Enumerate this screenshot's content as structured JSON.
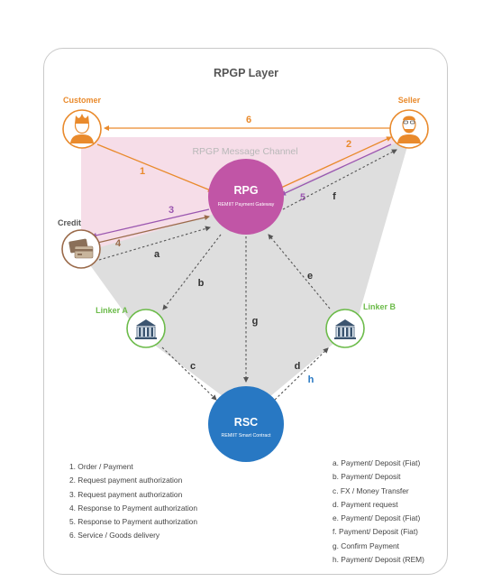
{
  "title": "RPGP Layer",
  "channel_label": "RPGP Message Channel",
  "nodes": {
    "customer": "Customer",
    "seller": "Seller",
    "credit": "Credit",
    "linker_a": "Linker A",
    "linker_b": "Linker B",
    "rpg": {
      "title": "RPG",
      "subtitle": "REMIIT Payment Gateway"
    },
    "rsc": {
      "title": "RSC",
      "subtitle": "REMIIT Smart Contract"
    }
  },
  "edge_labels": {
    "n1": "1",
    "n2": "2",
    "n3": "3",
    "n4": "4",
    "n5": "5",
    "n6": "6",
    "a": "a",
    "b": "b",
    "c": "c",
    "d": "d",
    "e": "e",
    "f": "f",
    "g": "g",
    "h": "h"
  },
  "legend_numbers": [
    "1. Order / Payment",
    "2. Request payment authorization",
    "3. Request payment authorization",
    "4. Response to Payment authorization",
    "5. Response to Payment authorization",
    "6. Service / Goods delivery"
  ],
  "legend_letters": [
    "a. Payment/ Deposit (Fiat)",
    "b. Payment/ Deposit",
    "c. FX / Money Transfer",
    "d. Payment request",
    "e. Payment/ Deposit (Fiat)",
    "f. Payment/ Deposit (Fiat)",
    "g. Confirm Payment",
    "h. Payment/ Deposit (REM)"
  ],
  "colors": {
    "orange": "#e98a2c",
    "purple": "#9b57b0",
    "brown": "#9a6a4a",
    "green": "#6cbb4a",
    "rpg_fill": "#c155a6",
    "rsc_fill": "#2878c3",
    "pink_area": "#f6dde8",
    "gray_area": "#dedede"
  },
  "icons": {
    "customer": "person-icon",
    "seller": "bearded-person-icon",
    "credit": "credit-cards-icon",
    "linker": "bank-icon"
  }
}
